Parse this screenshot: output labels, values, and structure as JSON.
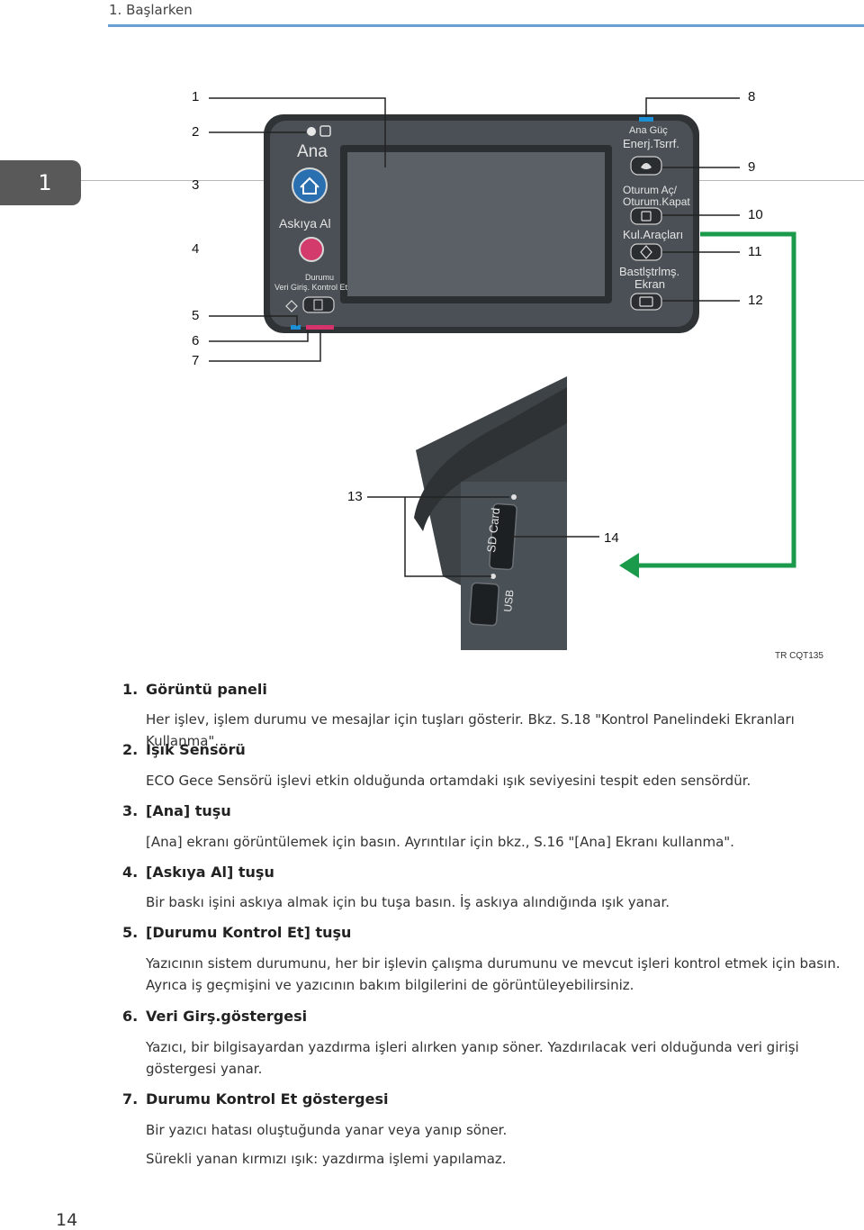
{
  "header": {
    "section": "1. Başlarken"
  },
  "chapter_tab": "1",
  "figure": {
    "callouts": [
      "1",
      "2",
      "3",
      "4",
      "5",
      "6",
      "7",
      "8",
      "9",
      "10",
      "11",
      "12",
      "13",
      "14"
    ],
    "panel_labels": {
      "home": "Ana",
      "suspend": "Askıya Al",
      "status_line1": "Durumu",
      "status_line2": "Veri Giriş. Kontrol Et",
      "energy_line1": "Ana Güç",
      "energy_line2": "Enerj.Tsrrf.",
      "login_line1": "Oturum Aç/",
      "login_line2": "Oturum.Kapat",
      "user_tools": "Kul.Araçları",
      "simplified_line1": "Bastlştrlmş.",
      "simplified_line2": "Ekran",
      "sd_card": "SD Card",
      "usb": "USB"
    },
    "code": "TR CQT135"
  },
  "items": [
    {
      "num": "1.",
      "title": "Görüntü paneli",
      "body": [
        "Her işlev, işlem durumu ve mesajlar için tuşları gösterir. Bkz. S.18 \"Kontrol Panelindeki Ekranları Kullanma\"."
      ]
    },
    {
      "num": "2.",
      "title": "Işık Sensörü",
      "body": [
        "ECO Gece Sensörü işlevi etkin olduğunda ortamdaki ışık seviyesini tespit eden sensördür."
      ]
    },
    {
      "num": "3.",
      "title": "[Ana] tuşu",
      "body": [
        "[Ana] ekranı görüntülemek için basın. Ayrıntılar için bkz., S.16 \"[Ana] Ekranı kullanma\"."
      ]
    },
    {
      "num": "4.",
      "title": "[Askıya Al] tuşu",
      "body": [
        "Bir baskı işini askıya almak için bu tuşa basın. İş askıya alındığında ışık yanar."
      ]
    },
    {
      "num": "5.",
      "title": "[Durumu Kontrol Et] tuşu",
      "body": [
        "Yazıcının sistem durumunu, her bir işlevin çalışma durumunu ve mevcut işleri kontrol etmek için basın. Ayrıca iş geçmişini ve yazıcının bakım bilgilerini de görüntüleyebilirsiniz."
      ]
    },
    {
      "num": "6.",
      "title": "Veri Girş.göstergesi",
      "body": [
        "Yazıcı, bir bilgisayardan yazdırma işleri alırken yanıp söner. Yazdırılacak veri olduğunda veri girişi göstergesi yanar."
      ]
    },
    {
      "num": "7.",
      "title": "Durumu Kontrol Et göstergesi",
      "body": [
        "Bir yazıcı hatası oluştuğunda yanar veya yanıp söner.",
        "Sürekli yanan kırmızı ışık: yazdırma işlemi yapılamaz."
      ]
    }
  ],
  "page_number": "14",
  "colors": {
    "accent_rule": "#6a9fd4",
    "green_arrow": "#1a9a4a",
    "panel_dark": "#3f4448",
    "indicator_blue": "#1c8fd6",
    "indicator_red": "#d6336c"
  }
}
